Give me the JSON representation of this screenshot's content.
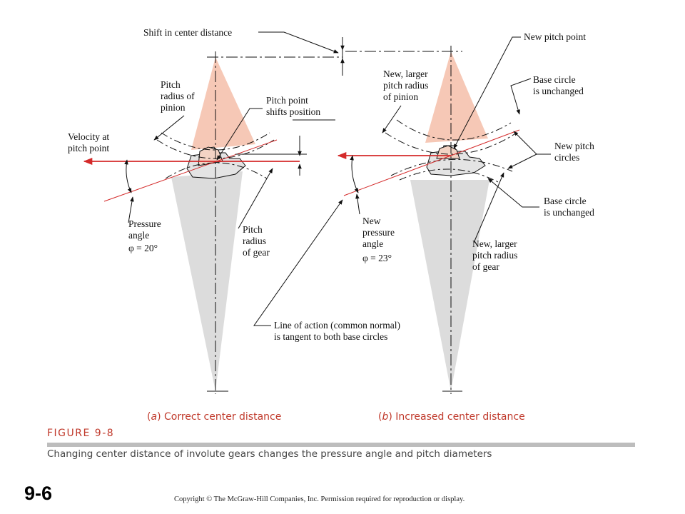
{
  "labels": {
    "shift_center_distance": "Shift in center distance",
    "new_pitch_point": "New pitch point",
    "pitch_radius_pinion": [
      "Pitch",
      "radius of",
      "pinion"
    ],
    "pitch_point_shifts": [
      "Pitch point",
      "shifts position"
    ],
    "velocity_pitch_point": [
      "Velocity at",
      "pitch point"
    ],
    "new_larger_pitch_radius_pinion": [
      "New, larger",
      "pitch radius",
      "of pinion"
    ],
    "base_circle_unchanged_top": [
      "Base circle",
      "is unchanged"
    ],
    "new_pitch_circles": [
      "New pitch",
      "circles"
    ],
    "base_circle_unchanged_bottom": [
      "Base circle",
      "is unchanged"
    ],
    "pressure_angle": [
      "Pressure",
      "angle"
    ],
    "pressure_angle_value": "φ = 20°",
    "pitch_radius_gear": [
      "Pitch",
      "radius",
      "of gear"
    ],
    "new_pressure_angle": [
      "New",
      "pressure",
      "angle"
    ],
    "new_pressure_angle_value": "φ = 23°",
    "new_larger_pitch_radius_gear": [
      "New, larger",
      "pitch radius",
      "of gear"
    ],
    "line_of_action": [
      "Line of action (common normal)",
      "is tangent to both base circles"
    ]
  },
  "captions": {
    "a_letter": "a",
    "a_text": "Correct center distance",
    "b_letter": "b",
    "b_text": "Increased center distance"
  },
  "figure": {
    "title": "FIGURE 9-8",
    "caption": "Changing center distance of involute gears changes the pressure angle and pitch diameters"
  },
  "slide_number": "9-6",
  "copyright": "Copyright © The McGraw-Hill Companies, Inc. Permission required for reproduction or display.",
  "colors": {
    "accent_red": "#d42a2a",
    "pinion_fill": "#f6c8b6",
    "gear_fill": "#dcdcdc",
    "caption_red": "#c0392b"
  }
}
